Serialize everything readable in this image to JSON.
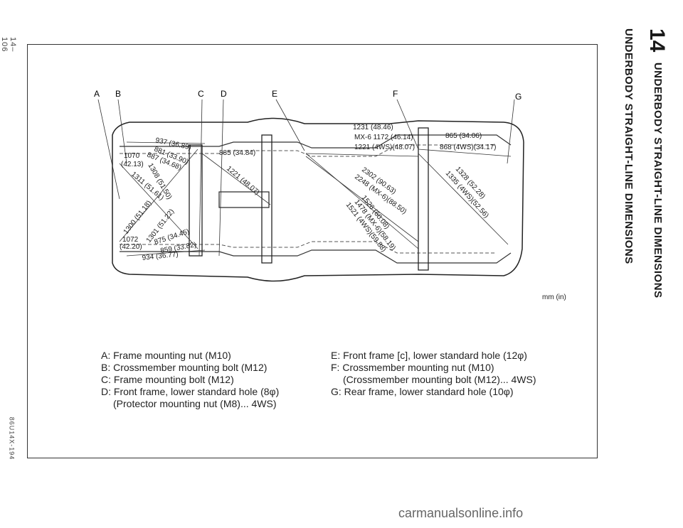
{
  "margin": {
    "page_number": "14–106",
    "figure_code": "86U14X-194"
  },
  "header": {
    "chapter_number": "14",
    "chapter_title": "UNDERBODY STRAIGHT-LINE DIMENSIONS",
    "section_title": "UNDERBODY STRAIGHT-LINE DIMENSIONS"
  },
  "diagram": {
    "unit_note": "mm (in)",
    "point_letters": [
      "A",
      "B",
      "C",
      "D",
      "E",
      "F",
      "G"
    ],
    "dimensions": {
      "d937": "937 (36.89)",
      "d881": "881 (33.90)",
      "d887": "887 (34.68)",
      "d1070": "1070",
      "d1070_in": "(42.13)",
      "d1308": "1308 (51.50)",
      "d1311": "1311 (51.61)",
      "d1300": "1300 (51.18)",
      "d1301": "1301 (51.22)",
      "d1072": "1072",
      "d1072_in": "(42.20)",
      "d875": "875 (34.45)",
      "d859": "859 (33.82)",
      "d934": "934 (36.77)",
      "d885": "885 (34.84)",
      "d1221": "1221 (48.07)",
      "d1231": "1231 (48.46)",
      "mx6_1172": "MX-6 1172 (46.14)",
      "d1221_4ws": "1221 (4WS)(48.07)",
      "d2302": "2302 (90.63)",
      "d2248": "2248 (MX-6)(88.50)",
      "d1526": "1526 (60.08)",
      "d1478": "1478 (MX-6)(58.19)",
      "d1521": "1521 (4WS)(59.88)",
      "d865": "865 (34.06)",
      "d868": "868 (4WS)(34.17)",
      "d1328": "1328 (52.28)",
      "d1335": "1335 (4WS)(52.56)"
    }
  },
  "legend": {
    "left": [
      "A: Frame mounting nut (M10)",
      "B: Crossmember mounting bolt (M12)",
      "C: Frame mounting bolt (M12)",
      "D: Front frame, lower standard hole (8φ)",
      "(Protector mounting nut (M8)... 4WS)"
    ],
    "right": [
      "E: Front frame [c], lower standard hole (12φ)",
      "F: Crossmember mounting nut (M10)",
      "(Crossmember mounting bolt (M12)... 4WS)",
      "G: Rear frame, lower standard hole (10φ)"
    ]
  },
  "watermark": "carmanualsonline.info"
}
